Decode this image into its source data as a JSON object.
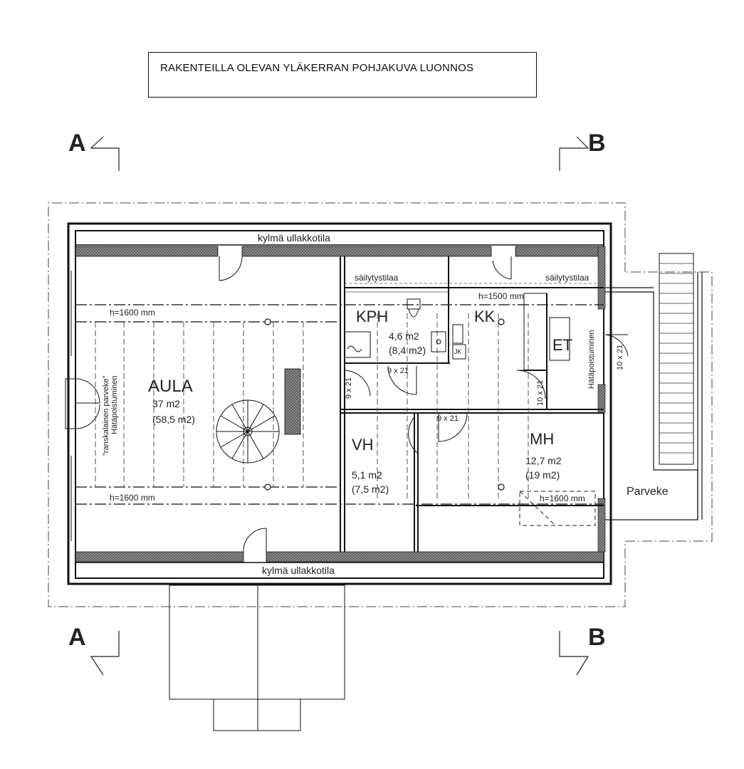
{
  "title": "RAKENTEILLA OLEVAN YLÄKERRAN POHJAKUVA LUONNOS",
  "section_markers": {
    "a": "A",
    "b": "B"
  },
  "attic_labels": {
    "top": "kylmä ullakkotila",
    "bottom": "kylmä ullakkotila"
  },
  "storage": {
    "left": "säilytystilaa",
    "right": "säilytystilaa"
  },
  "heights": {
    "top_left": "h=1600 mm",
    "bottom_left": "h=1600 mm",
    "top_right": "h=1500 mm",
    "bottom_right": "h=1600 mm"
  },
  "rooms": {
    "aula": {
      "name": "AULA",
      "area": "37 m2",
      "area_total": "(58,5 m2)"
    },
    "kph": {
      "name": "KPH",
      "area": "4,6 m2",
      "area_total": "(8,4 m2)"
    },
    "kk": {
      "name": "KK"
    },
    "et": {
      "name": "ET"
    },
    "vh": {
      "name": "VH",
      "area": "5,1 m2",
      "area_total": "(7,5 m2)"
    },
    "mh": {
      "name": "MH",
      "area": "12,7 m2",
      "area_total": "(19 m2)"
    },
    "parveke": {
      "name": "Parveke"
    }
  },
  "doors": {
    "d1": "9 x 21",
    "d2": "9 x 21",
    "d3": "9 x 21",
    "d4": "10 x 21",
    "d5": "10 x 21"
  },
  "fixtures": {
    "wm": "JK"
  },
  "vertical_labels": {
    "french_balcony": "\"ranskalainen parveke\"",
    "exit_left": "Hätäpoistuminen",
    "exit_right": "Hätäpoistuminen"
  }
}
